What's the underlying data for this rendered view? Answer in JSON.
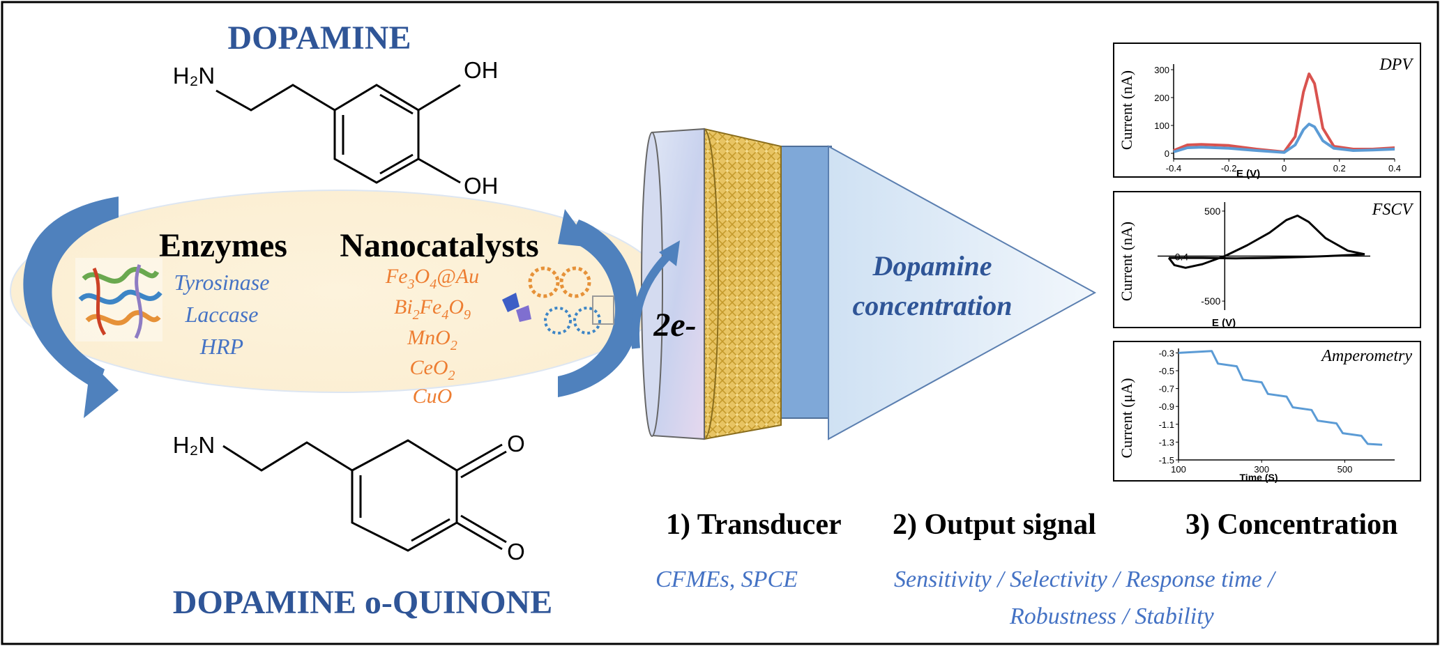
{
  "top_molecule": {
    "title": "DOPAMINE",
    "amine": "H₂N",
    "oh_top": "OH",
    "oh_bottom": "OH"
  },
  "bottom_molecule": {
    "title": "DOPAMINE o-QUINONE",
    "amine": "H₂N",
    "o_top": "O",
    "o_bottom": "O"
  },
  "catalysts": {
    "enzymes_title": "Enzymes",
    "enzymes": [
      "Tyrosinase",
      "Laccase",
      "HRP"
    ],
    "nano_title": "Nanocatalysts",
    "nano": [
      {
        "base": "Fe",
        "sub1": "3",
        "mid": "O",
        "sub2": "4",
        "tail": "@Au"
      },
      {
        "base": "Bi",
        "sub1": "2",
        "mid": "Fe",
        "sub2": "4",
        "tail": "O",
        "sub3": "9"
      },
      {
        "base": "MnO",
        "sub1": "2"
      },
      {
        "base": "CeO",
        "sub1": "2"
      },
      {
        "base": "CuO"
      }
    ]
  },
  "electrode": {
    "electron_label": "2e-",
    "cone_text_1": "Dopamine",
    "cone_text_2": "concentration"
  },
  "steps": {
    "step1": "1) Transducer",
    "step2": "2) Output signal",
    "step3": "3) Concentration",
    "transducers": "CFMEs, SPCE",
    "metrics_line1": "Sensitivity / Selectivity / Response time /",
    "metrics_line2": "Robustness / Stability"
  },
  "colors": {
    "blue_text": "#4472c4",
    "orange_text": "#ed7d31",
    "arrow_blue": "#4f81bd",
    "ellipse_fill": "#fdf6e3",
    "dpv_red": "#d9534f",
    "dpv_blue": "#5b9bd5",
    "amp_line": "#5b9bd5"
  },
  "chart_data": [
    {
      "type": "line",
      "title": "DPV",
      "xlabel": "E (V)",
      "ylabel": "Current (nA)",
      "xlim": [
        -0.4,
        0.4
      ],
      "ylim": [
        -20,
        320
      ],
      "x_ticks": [
        "-0.4",
        "-0.2",
        "0",
        "0.2",
        "0.4"
      ],
      "y_ticks": [
        "0",
        "100",
        "200",
        "300"
      ],
      "series": [
        {
          "color": "#d9534f",
          "x": [
            -0.4,
            -0.35,
            -0.3,
            -0.2,
            -0.1,
            0.0,
            0.04,
            0.07,
            0.09,
            0.11,
            0.14,
            0.18,
            0.25,
            0.32,
            0.4
          ],
          "y": [
            10,
            30,
            32,
            28,
            15,
            5,
            60,
            220,
            285,
            250,
            90,
            25,
            15,
            15,
            20
          ]
        },
        {
          "color": "#5b9bd5",
          "x": [
            -0.4,
            -0.35,
            -0.3,
            -0.2,
            -0.1,
            0.0,
            0.04,
            0.07,
            0.09,
            0.11,
            0.14,
            0.18,
            0.25,
            0.32,
            0.4
          ],
          "y": [
            5,
            20,
            22,
            18,
            10,
            3,
            30,
            85,
            105,
            95,
            45,
            18,
            10,
            12,
            15
          ]
        }
      ]
    },
    {
      "type": "line",
      "title": "FSCV",
      "xlabel": "E (V)",
      "ylabel": "Current (nA)",
      "xlim": [
        -0.6,
        1.3
      ],
      "ylim": [
        -600,
        600
      ],
      "y_ticks": [
        "500",
        "-500"
      ],
      "x_tick_labels": [
        "-0.4"
      ],
      "series": [
        {
          "color": "#000000",
          "x": [
            -0.5,
            -0.45,
            -0.35,
            -0.2,
            0.0,
            0.2,
            0.4,
            0.55,
            0.65,
            0.75,
            0.9,
            1.1,
            1.25
          ],
          "y": [
            -20,
            -100,
            -130,
            -90,
            0,
            120,
            260,
            400,
            450,
            380,
            200,
            60,
            20
          ]
        },
        {
          "color": "#000000",
          "x": [
            1.25,
            1.0,
            0.7,
            0.4,
            0.1,
            -0.2,
            -0.5
          ],
          "y": [
            20,
            5,
            -10,
            -20,
            -25,
            -20,
            -20
          ]
        }
      ]
    },
    {
      "type": "line",
      "title": "Amperometry",
      "xlabel": "Time (S)",
      "ylabel": "Current (μA)",
      "xlim": [
        100,
        620
      ],
      "ylim": [
        -1.5,
        -0.25
      ],
      "x_ticks": [
        "100",
        "300",
        "500"
      ],
      "y_ticks": [
        "-0.3",
        "-0.5",
        "-0.7",
        "-0.9",
        "-1.1",
        "-1.3",
        "-1.5"
      ],
      "series": [
        {
          "color": "#5b9bd5",
          "x": [
            100,
            180,
            195,
            240,
            255,
            300,
            315,
            360,
            375,
            420,
            435,
            480,
            495,
            540,
            555,
            590
          ],
          "y": [
            -0.3,
            -0.28,
            -0.42,
            -0.45,
            -0.6,
            -0.63,
            -0.76,
            -0.79,
            -0.91,
            -0.94,
            -1.06,
            -1.09,
            -1.2,
            -1.23,
            -1.32,
            -1.33
          ]
        }
      ]
    }
  ]
}
